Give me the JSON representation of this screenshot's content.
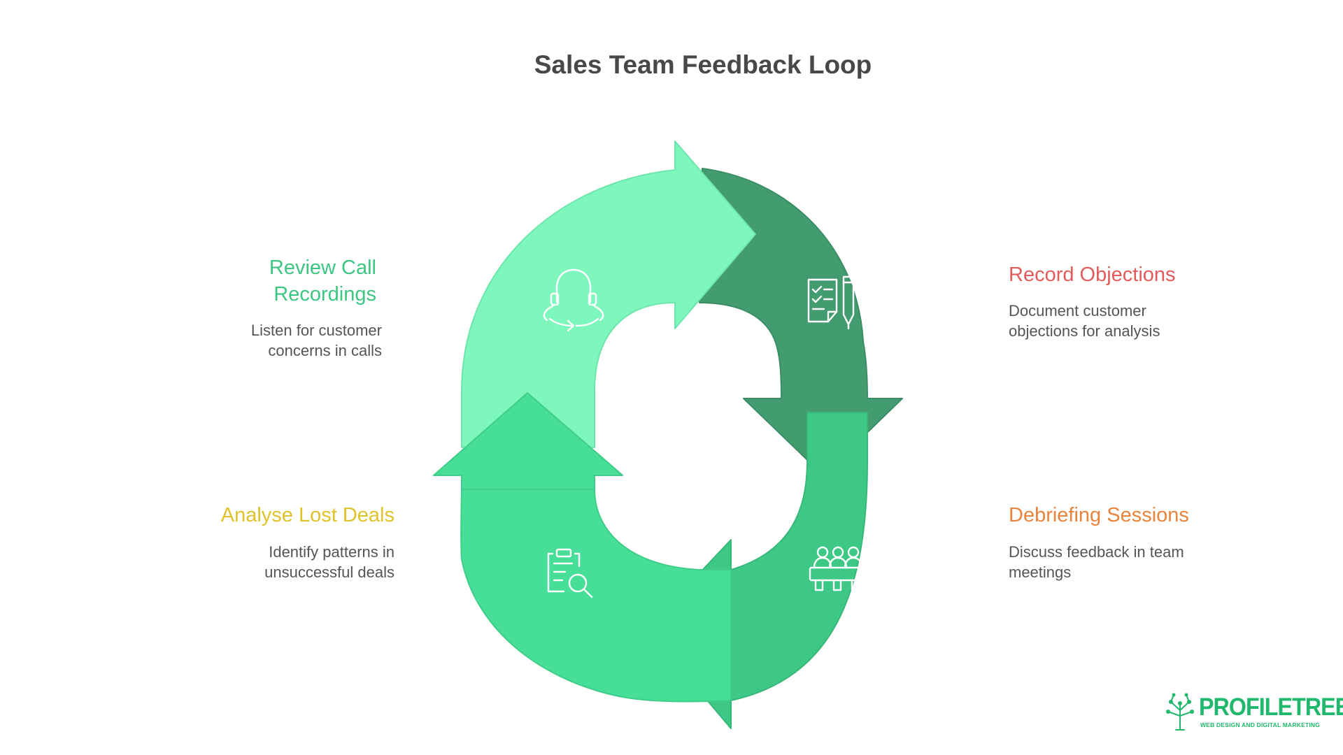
{
  "title": "Sales Team Feedback Loop",
  "colors": {
    "segment_review": "#7ef7bd",
    "segment_record": "#439b70",
    "segment_debrief": "#3ec885",
    "segment_analyse": "#47df97",
    "title_review": "#3dc681",
    "title_record": "#e35b5b",
    "title_debrief": "#e8843c",
    "title_analyse": "#e0c22a",
    "brand": "#1fb86c"
  },
  "steps": [
    {
      "title_lines": [
        "Review Call",
        "Recordings"
      ],
      "desc_lines": [
        "Listen for customer",
        "concerns in calls"
      ],
      "icon": "headset-cycle-icon"
    },
    {
      "title_lines": [
        "Record Objections"
      ],
      "desc_lines": [
        "Document customer",
        "objections for analysis"
      ],
      "icon": "checklist-pen-icon"
    },
    {
      "title_lines": [
        "Debriefing Sessions"
      ],
      "desc_lines": [
        "Discuss feedback in team",
        "meetings"
      ],
      "icon": "team-meeting-icon"
    },
    {
      "title_lines": [
        "Analyse Lost Deals"
      ],
      "desc_lines": [
        "Identify patterns in",
        "unsuccessful deals"
      ],
      "icon": "clipboard-search-icon"
    }
  ],
  "logo": {
    "name": "PROFILETREE",
    "tagline": "WEB DESIGN AND DIGITAL MARKETING",
    "icon": "tree-network-icon"
  }
}
